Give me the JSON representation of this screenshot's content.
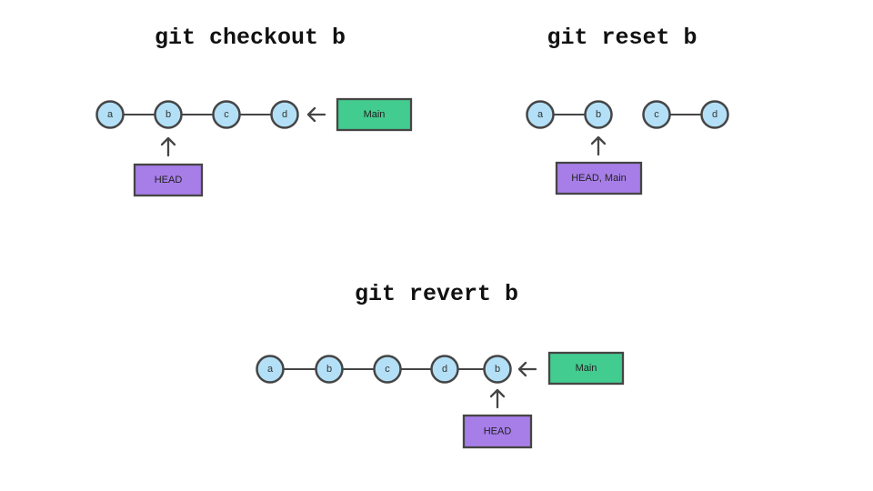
{
  "panels": {
    "checkout": {
      "title": "git checkout b",
      "commits": [
        "a",
        "b",
        "c",
        "d"
      ],
      "branch_label": "Main",
      "head_label": "HEAD"
    },
    "reset": {
      "title": "git reset b",
      "commits": [
        "a",
        "b",
        "c",
        "d"
      ],
      "head_label": "HEAD, Main"
    },
    "revert": {
      "title": "git revert b",
      "commits": [
        "a",
        "b",
        "c",
        "d",
        "b"
      ],
      "branch_label": "Main",
      "head_label": "HEAD"
    }
  },
  "colors": {
    "commit_fill": "#b3e0f7",
    "branch_fill": "#43cc8f",
    "head_fill": "#a77ee8",
    "stroke": "#454545"
  }
}
